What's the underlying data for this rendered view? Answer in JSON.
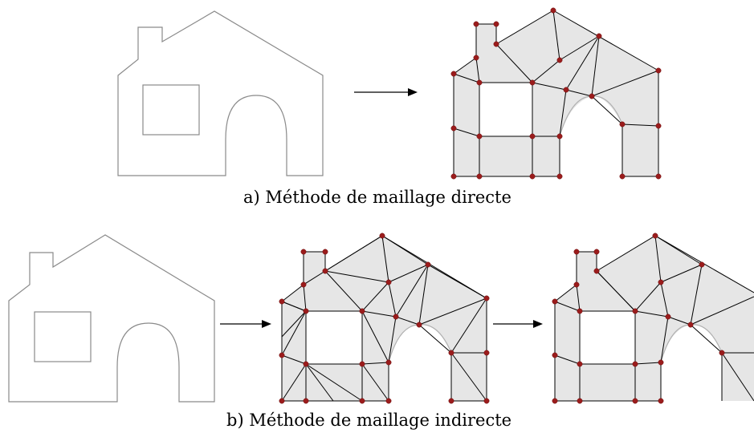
{
  "captions": {
    "a": "a) Méthode de maillage directe",
    "b": "b) Méthode de maillage indirecte"
  },
  "colors": {
    "node": "#9b1c1c",
    "mesh_fill": "#e6e6e6",
    "outline": "#8a8a8a"
  },
  "panels": {
    "row_a": [
      "house-outline",
      "direct-quad-mesh"
    ],
    "row_b": [
      "house-outline",
      "triangle-mesh",
      "quad-mesh-from-triangles"
    ]
  }
}
